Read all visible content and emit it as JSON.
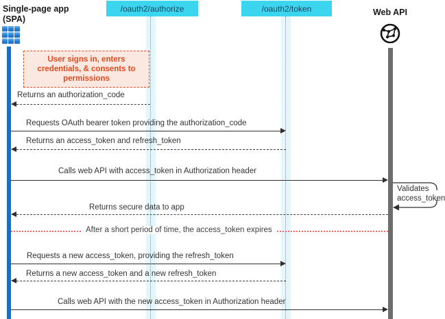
{
  "actors": {
    "spa": {
      "name": "Single-page app",
      "sub": "(SPA)",
      "icon": "app-grid-icon"
    },
    "authorize_endpoint": {
      "label": "/oauth2/authorize"
    },
    "token_endpoint": {
      "label": "/oauth2/token"
    },
    "web_api": {
      "label": "Web API",
      "icon": "globe-network-icon"
    }
  },
  "notes": {
    "user_signin": "User signs in, enters credentials, & consents to permissions",
    "token_expires": "After a short period of time, the access_token expires",
    "validates_line1": "Validates",
    "validates_line2": "access_token"
  },
  "messages": [
    {
      "text": "Returns an authorization_code",
      "from": "authorize_endpoint",
      "to": "spa",
      "style": "dashed"
    },
    {
      "text": "Requests OAuth bearer token providing the authorization_code",
      "from": "spa",
      "to": "token_endpoint",
      "style": "solid"
    },
    {
      "text": "Returns an access_token and refresh_token",
      "from": "token_endpoint",
      "to": "spa",
      "style": "dashed"
    },
    {
      "text": "Calls web API with access_token in Authorization header",
      "from": "spa",
      "to": "web_api",
      "style": "solid"
    },
    {
      "text": "Returns secure data to app",
      "from": "web_api",
      "to": "spa",
      "style": "dashed"
    },
    {
      "text": "Requests a new access_token, providing the refresh_token",
      "from": "spa",
      "to": "token_endpoint",
      "style": "solid"
    },
    {
      "text": "Returns a new access_token and a new refresh_token",
      "from": "token_endpoint",
      "to": "spa",
      "style": "dashed"
    },
    {
      "text": "Calls web API with the new access_token in Authorization header",
      "from": "spa",
      "to": "web_api",
      "style": "solid"
    }
  ],
  "colors": {
    "endpoint_box": "#3bd5f0",
    "endpoint_text": "#16485f",
    "spa_lifeline": "#1371cd",
    "webapi_lifeline": "#6d6d6d",
    "lifeline_band": "#e3f6fb",
    "note_border": "#e2491d",
    "note_fill": "#fbe9e1",
    "expires_line": "#fb6060"
  }
}
